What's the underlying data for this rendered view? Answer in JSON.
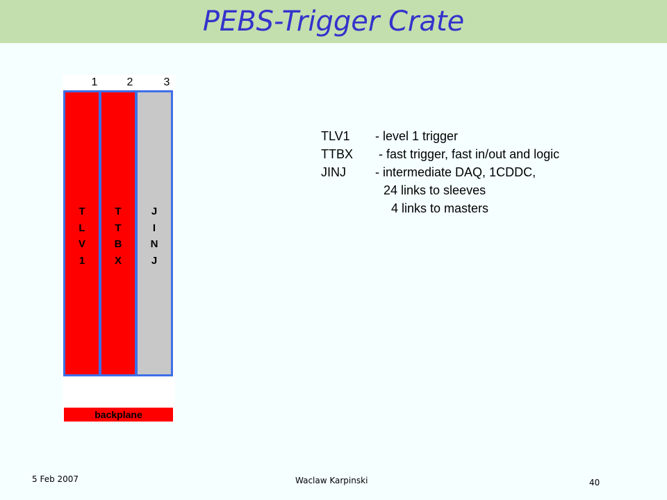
{
  "title": "PEBS-Trigger Crate",
  "crate": {
    "slot_numbers": [
      "1",
      "2",
      "3"
    ],
    "cards": [
      {
        "letters": [
          "T",
          "L",
          "V",
          "1"
        ],
        "color": "#ff0000"
      },
      {
        "letters": [
          "T",
          "T",
          "B",
          "X"
        ],
        "color": "#ff0000"
      },
      {
        "letters": [
          "J",
          "I",
          "N",
          "J"
        ],
        "color": "#c8c8c8"
      }
    ],
    "backplane_label": "backplane",
    "border_color": "#3d6fe8"
  },
  "legend": {
    "rows": [
      {
        "key": "TLV1",
        "desc": "- level 1 trigger"
      },
      {
        "key": "TTBX",
        "desc": " - fast trigger, fast in/out and logic"
      },
      {
        "key": "JINJ",
        "desc": "- intermediate DAQ, 1CDDC,"
      },
      {
        "key": "",
        "desc": "24 links to sleeves"
      },
      {
        "key": "",
        "desc": "4 links to masters"
      }
    ]
  },
  "footer": {
    "date": "5 Feb 2007",
    "author": "Waclaw Karpinski",
    "page": "40"
  }
}
